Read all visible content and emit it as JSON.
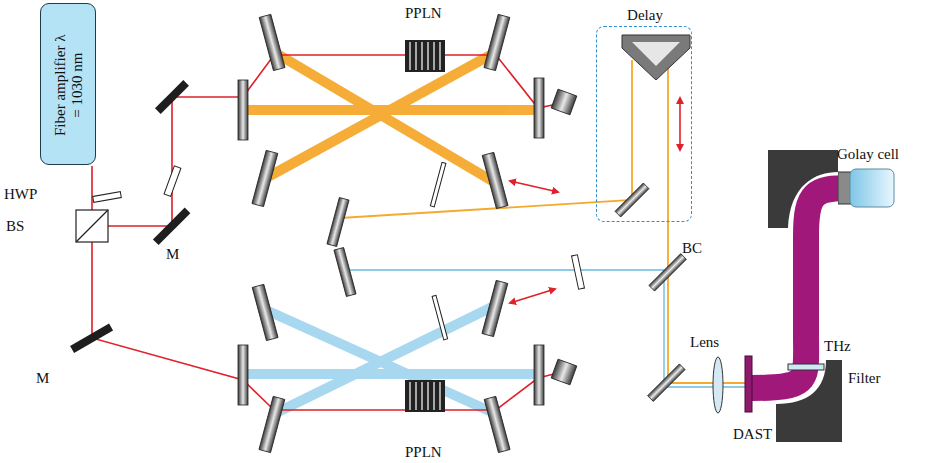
{
  "diagram": {
    "nodes": [
      {
        "text": [
          "Fiber amplifier λ = 1030 nm"
        ]
      },
      {
        "text": [
          "Delay"
        ]
      },
      {
        "text": [
          "Golay cell"
        ]
      }
    ],
    "labels": [
      "PPLN",
      "HWP",
      "BS",
      "M",
      "M",
      "BC",
      "Lens",
      "THz",
      "Filter",
      "DAST",
      "PPLN"
    ]
  }
}
